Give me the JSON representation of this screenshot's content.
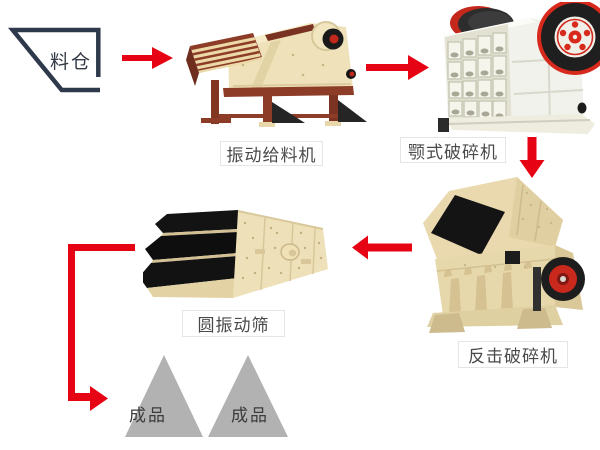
{
  "diagram": {
    "nodes": {
      "silo": {
        "label": "料仓"
      },
      "feeder": {
        "label": "振动给料机"
      },
      "jaw_crusher": {
        "label": "颚式破碎机"
      },
      "impact_crusher": {
        "label": "反击破碎机"
      },
      "vibrating_screen": {
        "label": "圆振动筛"
      },
      "product_left": {
        "label": "成品"
      },
      "product_right": {
        "label": "成品"
      }
    },
    "flow_order": [
      "料仓",
      "振动给料机",
      "颚式破碎机",
      "反击破碎机",
      "圆振动筛",
      "成品"
    ],
    "colors": {
      "arrow_red": "#e60313",
      "silo_outline": "#2e3a4b",
      "product_triangle": "#b2b2b2",
      "machine_cream": "#ece0bd",
      "machine_maroon": "#8d3c28",
      "label_border": "#e5e5e5",
      "label_text": "#4a4a4a"
    }
  }
}
